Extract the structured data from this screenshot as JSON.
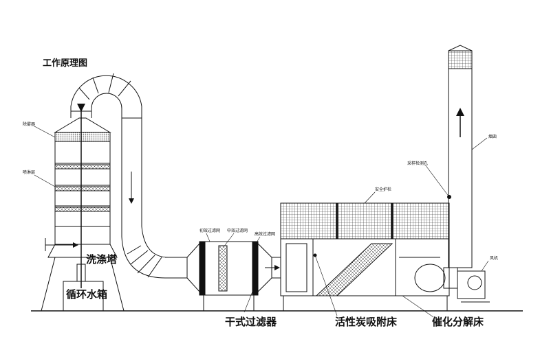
{
  "title": "工作原理图",
  "main_labels": {
    "scrubber": "洗涤塔",
    "water_tank": "循环水箱",
    "dry_filter": "干式过滤器",
    "carbon_bed": "活性炭吸附床",
    "catalytic_bed": "催化分解床"
  },
  "callouts": {
    "demister": "除雾器",
    "spray": "喷淋层",
    "filter_1": "初效过滤网",
    "filter_2": "中效过滤网",
    "filter_3": "高效过滤网",
    "safety": "安全护栏",
    "sampling": "采样检测孔",
    "chimney": "烟囱",
    "fan": "风机"
  },
  "colors": {
    "line": "#111111",
    "fill": "#ffffff"
  }
}
